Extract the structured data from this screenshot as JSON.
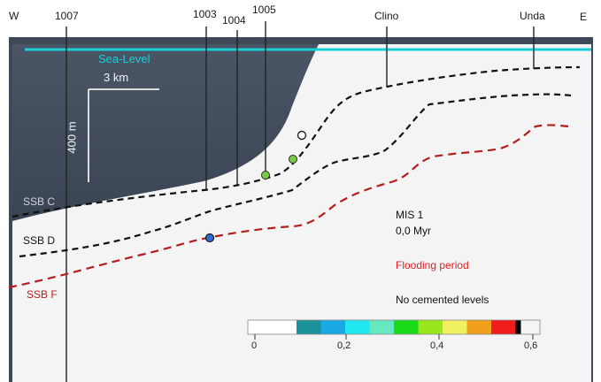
{
  "compass": {
    "west": "W",
    "east": "E"
  },
  "sites": [
    "1007",
    "1003",
    "1004",
    "1005",
    "Clino",
    "Unda"
  ],
  "labels": {
    "sea_level": "Sea-Level",
    "scale_horizontal": "3 km",
    "scale_vertical": "400 m",
    "ssb_c": "SSB C",
    "ssb_d": "SSB D",
    "ssb_f": "SSB F",
    "mis": "MIS 1",
    "age": "0,0 Myr",
    "flooding": "Flooding period",
    "cemented": "No cemented levels"
  },
  "colorbar": {
    "ticks": [
      "0",
      "0,2",
      "0,4",
      "0,6"
    ],
    "colors": [
      "#ffffff",
      "#ffffff",
      "#1b9199",
      "#1ba9e6",
      "#1fe8f0",
      "#66e9c0",
      "#1adb1a",
      "#9ae61c",
      "#f0f060",
      "#f0a01c",
      "#f01c1c",
      "#000000"
    ]
  },
  "colors": {
    "sea": "#3b4656",
    "sea_level_line": "#19cfd6",
    "sea_level_text": "#19cfd6",
    "ssb_f": "#b21e1e",
    "flooding_text": "#e02020",
    "dot_green": "#7ac943",
    "dot_blue": "#2b6bd8"
  }
}
